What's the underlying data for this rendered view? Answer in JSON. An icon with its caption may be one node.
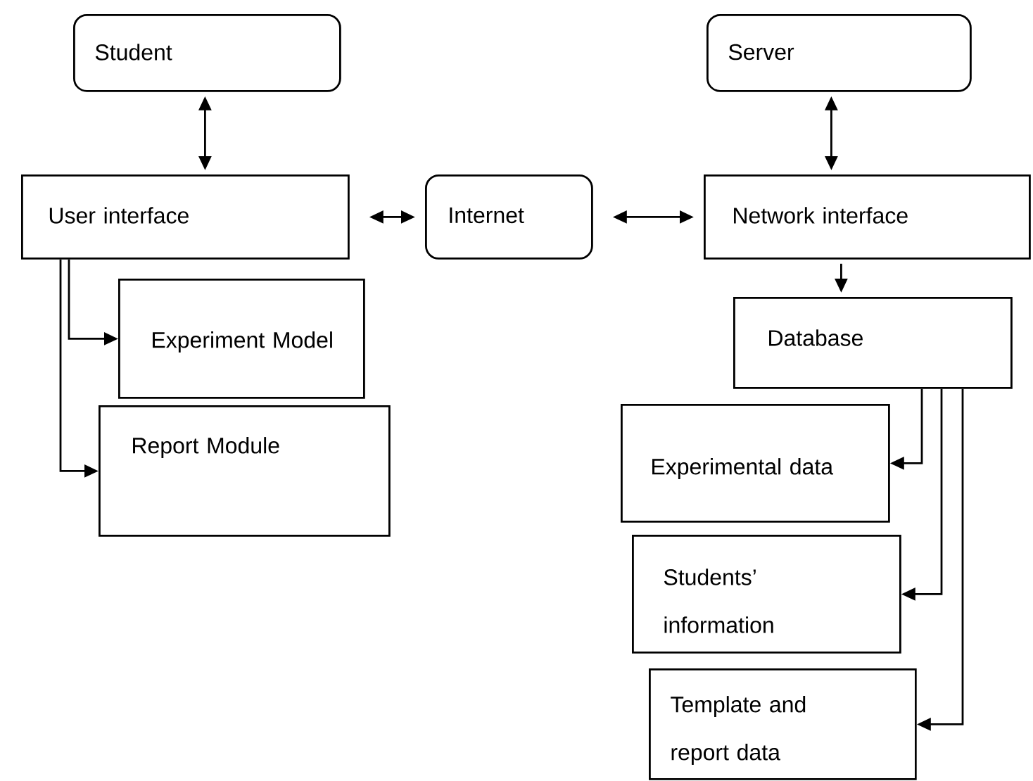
{
  "diagram": {
    "nodes": [
      {
        "text": [
          "Student"
        ]
      },
      {
        "text": [
          "Server"
        ]
      },
      {
        "text": [
          "User interface"
        ]
      },
      {
        "text": [
          "Internet"
        ]
      },
      {
        "text": [
          "Network interface"
        ]
      },
      {
        "text": [
          "Experiment Model"
        ]
      },
      {
        "text": [
          "Report Module"
        ]
      },
      {
        "text": [
          "Database"
        ]
      },
      {
        "text": [
          "Experimental data"
        ]
      },
      {
        "text": [
          "Students’ information"
        ]
      },
      {
        "text": [
          "Template and report data"
        ]
      }
    ],
    "edges": [
      {
        "from": 0,
        "to": 2,
        "arrow": "both"
      },
      {
        "from": 1,
        "to": 4,
        "arrow": "both"
      },
      {
        "from": 2,
        "to": 3,
        "arrow": "both"
      },
      {
        "from": 3,
        "to": 4,
        "arrow": "both"
      },
      {
        "from": 4,
        "to": 7,
        "arrow": "to"
      },
      {
        "from": 2,
        "to": 5,
        "arrow": "to"
      },
      {
        "from": 2,
        "to": 6,
        "arrow": "to"
      },
      {
        "from": 7,
        "to": 8,
        "arrow": "to"
      },
      {
        "from": 7,
        "to": 9,
        "arrow": "to"
      },
      {
        "from": 7,
        "to": 10,
        "arrow": "to"
      }
    ]
  }
}
